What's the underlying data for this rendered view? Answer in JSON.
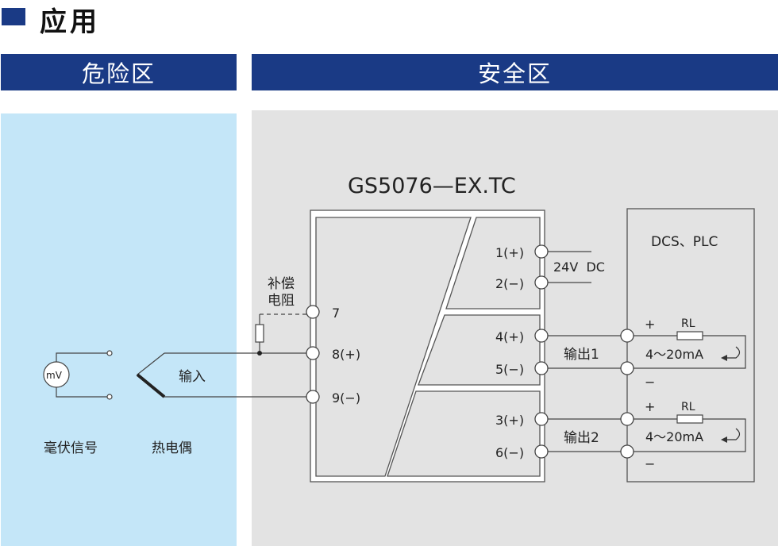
{
  "header": {
    "title": "应用"
  },
  "zones": {
    "danger": "危险区",
    "safe": "安全区"
  },
  "module": {
    "model": "GS5076—EX.TC",
    "terminals": {
      "t1": "1(+)",
      "t2": "2(−)",
      "t4": "4(+)",
      "t5": "5(−)",
      "t3": "3(+)",
      "t6": "6(−)",
      "t7": "7",
      "t8": "8(+)",
      "t9": "9(−)"
    }
  },
  "labels": {
    "supply": "24V  DC",
    "compensation_line1": "补偿",
    "compensation_line2": "电阻",
    "input": "输入",
    "output1": "输出1",
    "output2": "输出2",
    "millivolt_source": "毫伏信号",
    "thermocouple": "热电偶",
    "mv_symbol": "mV"
  },
  "receiver": {
    "name": "DCS、PLC",
    "load_label": "RL",
    "range1": "4～20mA",
    "range2": "4～20mA",
    "plus": "+",
    "minus": "−"
  }
}
